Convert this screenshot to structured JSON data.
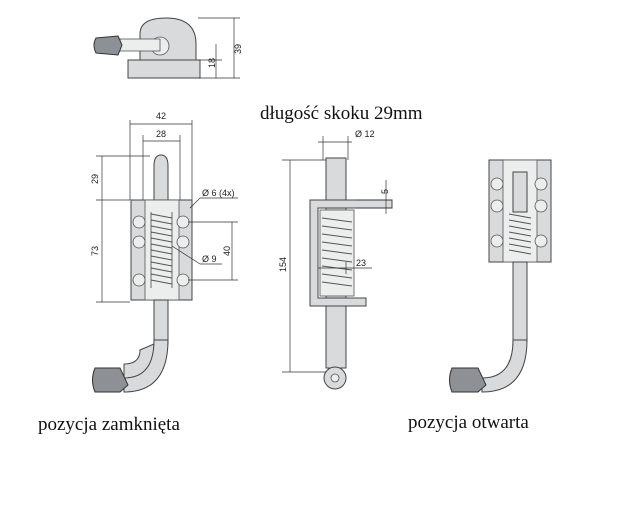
{
  "captions": {
    "stroke_length": "długość skoku 29mm",
    "closed_position": "pozycja zamknięta",
    "open_position": "pozycja otwarta"
  },
  "dimensions": {
    "top_height_total": "39",
    "top_height_base": "18",
    "width_outer": "42",
    "width_inner": "28",
    "pin_extension": "29",
    "body_height": "73",
    "hole_diameter": "Ø 6 (4x)",
    "spacing_40": "40",
    "bolt_diameter": "Ø 9",
    "pin_diameter": "Ø 12",
    "bracket_offset": "5",
    "total_length": "154",
    "clearance": "23"
  },
  "colors": {
    "metal": "#d9dadc",
    "handle": "#8d9094",
    "outline": "#444444"
  }
}
